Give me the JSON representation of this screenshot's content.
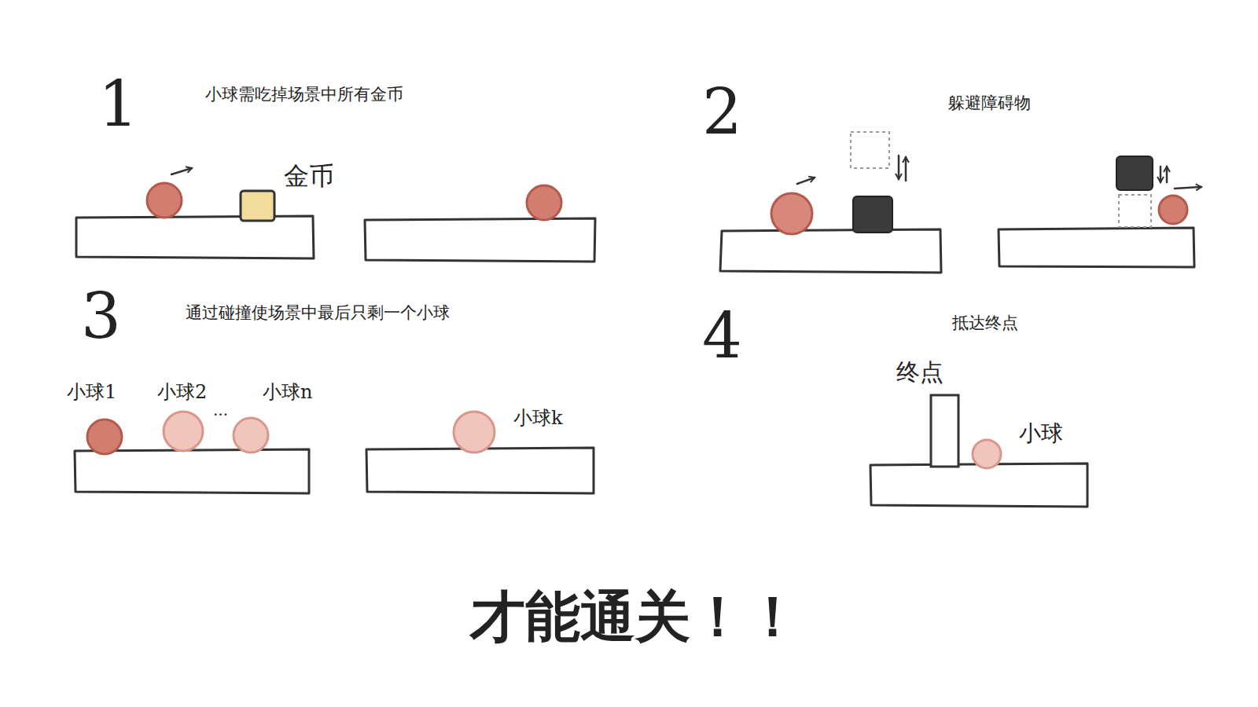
{
  "diagram": {
    "caption": "才能通关！！",
    "labels": [
      "1",
      "小球需吃掉场景中所有金币",
      "金币",
      "2",
      "躲避障碍物",
      "3",
      "通过碰撞使场景中最后只剩一个小球",
      "小球1",
      "小球2",
      "...",
      "小球n",
      "小球k",
      "4",
      "抵达终点",
      "终点",
      "小球"
    ]
  }
}
